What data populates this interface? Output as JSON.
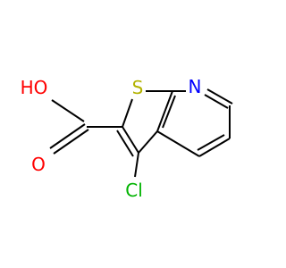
{
  "molecule": {
    "atoms": {
      "oh": {
        "label": "HO",
        "color": "#ff0000"
      },
      "o": {
        "label": "O",
        "color": "#ff0000"
      },
      "s": {
        "label": "S",
        "color": "#b2b200"
      },
      "n": {
        "label": "N",
        "color": "#0000ff"
      },
      "cl": {
        "label": "Cl",
        "color": "#00b300"
      }
    },
    "bond_color": "#000000"
  }
}
